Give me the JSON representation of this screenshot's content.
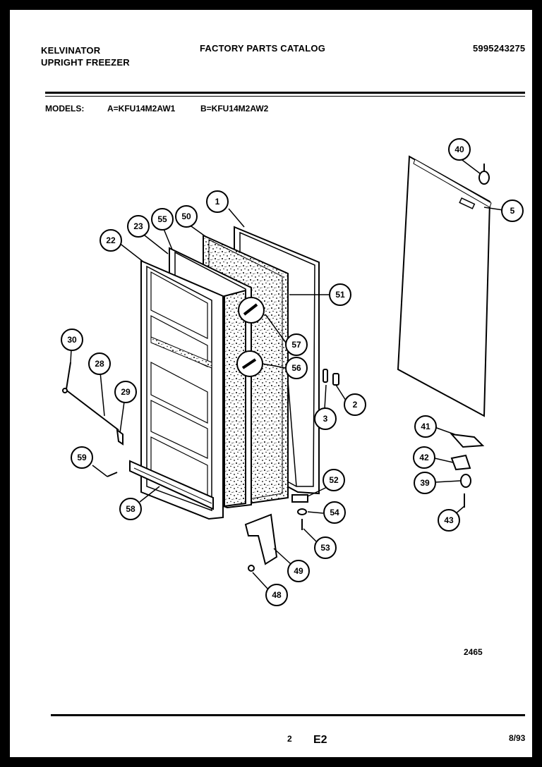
{
  "header": {
    "brand": "KELVINATOR",
    "product": "UPRIGHT FREEZER",
    "catalog_title": "FACTORY PARTS CATALOG",
    "catalog_number": "5995243275"
  },
  "models": {
    "label": "MODELS:",
    "model_a": "A=KFU14M2AW1",
    "model_b": "B=KFU14M2AW2"
  },
  "diagram": {
    "drawing_number": "2465",
    "callouts": [
      "1",
      "2",
      "3",
      "5",
      "22",
      "23",
      "28",
      "29",
      "30",
      "39",
      "40",
      "41",
      "42",
      "43",
      "48",
      "49",
      "50",
      "51",
      "52",
      "53",
      "54",
      "55",
      "56",
      "57",
      "58",
      "59"
    ]
  },
  "footer": {
    "page_number": "2",
    "section": "E2",
    "date": "8/93"
  }
}
